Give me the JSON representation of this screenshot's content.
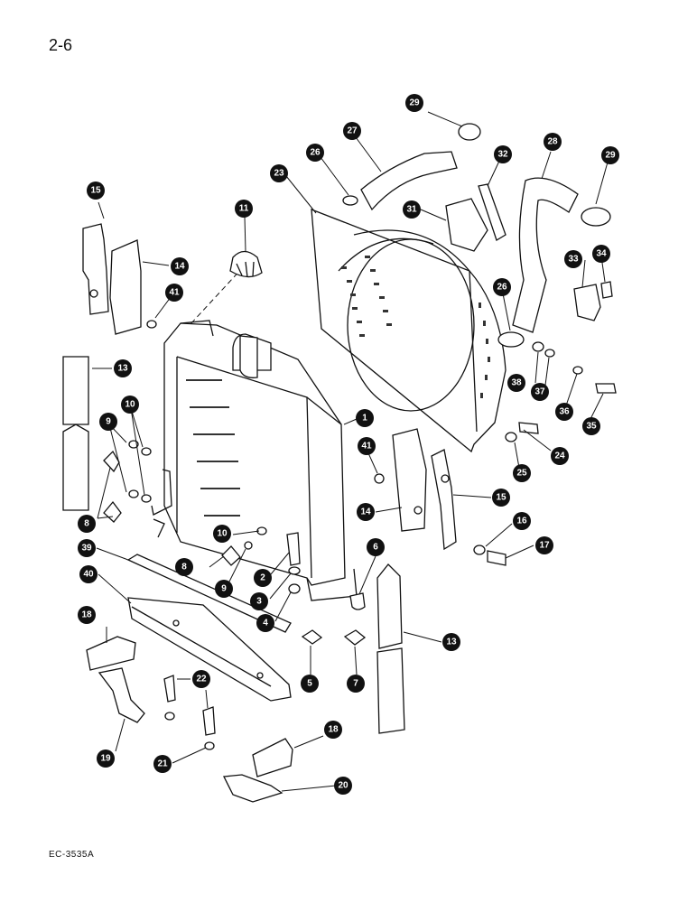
{
  "page": {
    "number": "2-6",
    "figure_code": "EC-3535A"
  },
  "callouts": [
    "1",
    "2",
    "3",
    "4",
    "5",
    "6",
    "7",
    "8",
    "8",
    "9",
    "9",
    "10",
    "10",
    "11",
    "13",
    "13",
    "14",
    "14",
    "15",
    "15",
    "16",
    "17",
    "18",
    "18",
    "19",
    "20",
    "21",
    "22",
    "23",
    "24",
    "25",
    "26",
    "26",
    "27",
    "28",
    "29",
    "29",
    "31",
    "32",
    "33",
    "34",
    "35",
    "36",
    "37",
    "38",
    "39",
    "40",
    "41",
    "41"
  ]
}
